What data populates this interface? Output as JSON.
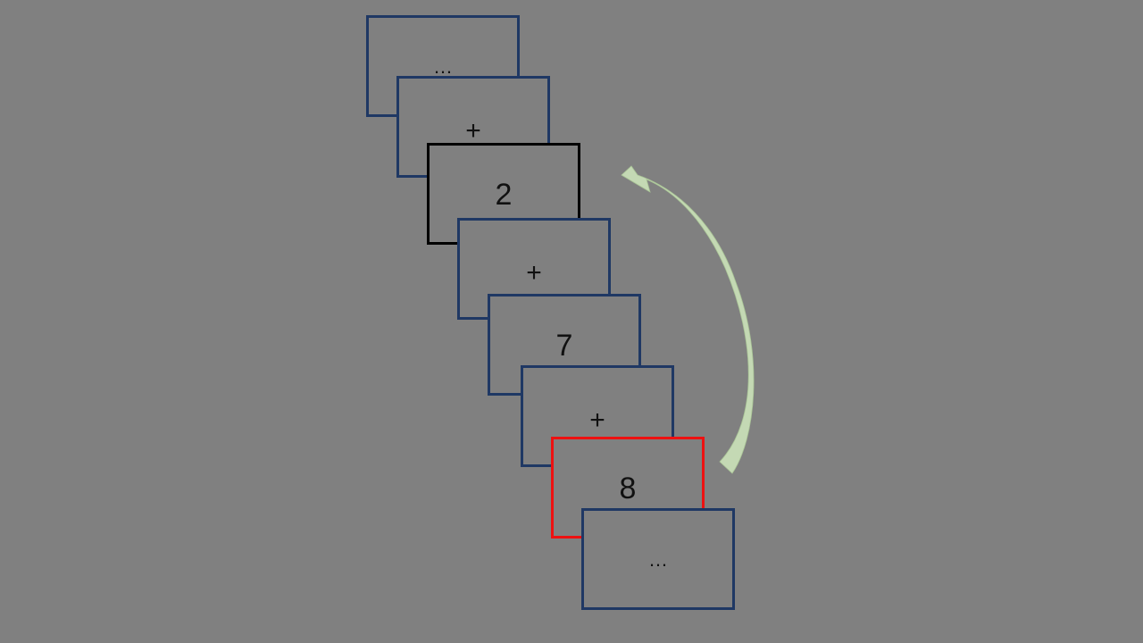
{
  "diagram": {
    "frames": [
      {
        "label": "…",
        "kind": "ellipsis",
        "border": "#1f3864"
      },
      {
        "label": "+",
        "kind": "fix",
        "border": "#1f3864"
      },
      {
        "label": "2",
        "kind": "digit",
        "border": "#000000"
      },
      {
        "label": "+",
        "kind": "fix",
        "border": "#1f3864"
      },
      {
        "label": "7",
        "kind": "digit",
        "border": "#1f3864"
      },
      {
        "label": "+",
        "kind": "fix",
        "border": "#1f3864"
      },
      {
        "label": "8",
        "kind": "digit",
        "border": "#ee1111"
      },
      {
        "label": "…",
        "kind": "ellipsis",
        "border": "#1f3864"
      }
    ],
    "colors": {
      "background": "#808080",
      "default_border": "#1f3864",
      "arrow": "#c4d9b4",
      "arrow_edge": "#a9c496"
    },
    "arrow": {
      "from_frame": 6,
      "to_frame": 2,
      "icon": "curved-arrow-icon"
    }
  }
}
